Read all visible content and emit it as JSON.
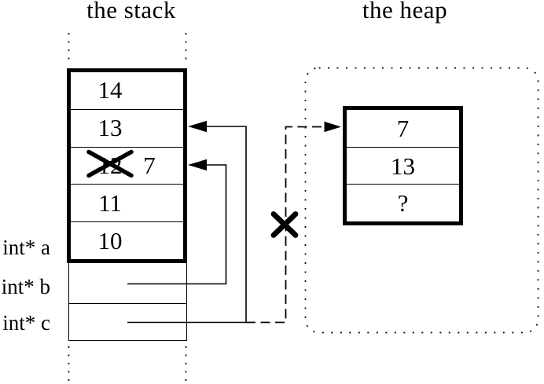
{
  "titles": {
    "stack": "the stack",
    "heap": "the heap"
  },
  "stack": {
    "frame_cells": [
      {
        "value": "14"
      },
      {
        "value": "13"
      },
      {
        "value": "12",
        "crossed_out": true,
        "new_value": "7"
      },
      {
        "value": "11"
      },
      {
        "value": "10"
      }
    ],
    "pointer_vars": [
      {
        "label": "int* a"
      },
      {
        "label": "int* b"
      },
      {
        "label": "int* c"
      }
    ]
  },
  "heap": {
    "cells": [
      {
        "value": "7"
      },
      {
        "value": "13"
      },
      {
        "value": "?"
      }
    ]
  },
  "pointers": [
    {
      "from": "int* b",
      "to": "stack-cell-12",
      "style": "solid",
      "valid": true
    },
    {
      "from": "int* c",
      "to": "stack-cell-13",
      "style": "solid",
      "valid": true
    },
    {
      "from": "int* c",
      "to": "heap-cell-7",
      "style": "dashed",
      "valid": false,
      "crossed_out": true
    }
  ],
  "colors": {
    "ink": "#000000",
    "background": "#ffffff"
  }
}
